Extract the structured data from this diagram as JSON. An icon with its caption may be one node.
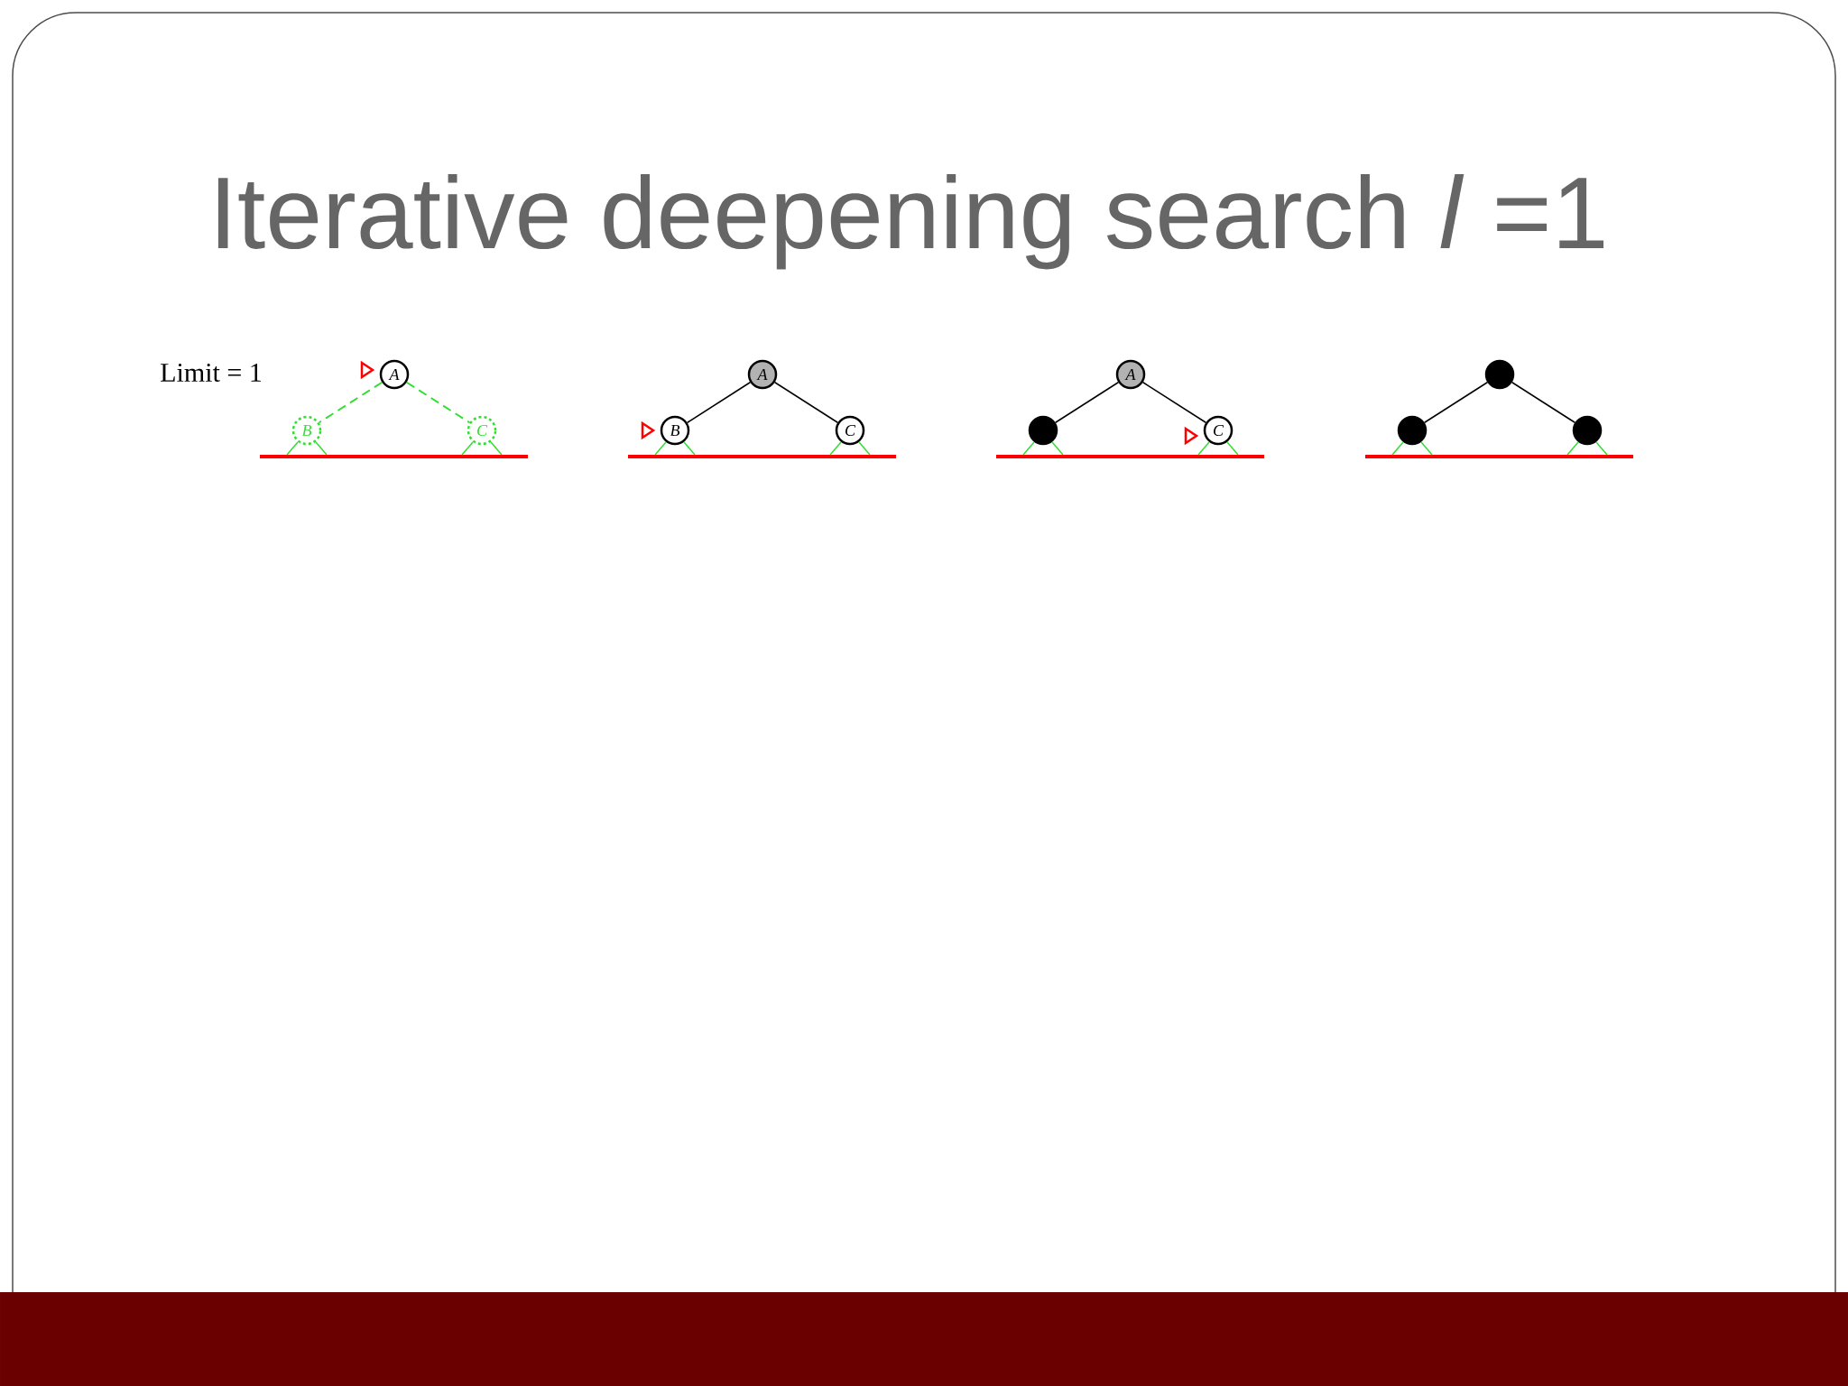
{
  "diagram": {
    "title": "Iterative deepening search *l* =1",
    "nodes": [
      {
        "text": [
          "A"
        ]
      },
      {
        "text": [
          "B"
        ]
      },
      {
        "text": [
          "C"
        ]
      },
      {
        "text": [
          "A"
        ]
      },
      {
        "text": [
          "B"
        ]
      },
      {
        "text": [
          "C"
        ]
      },
      {
        "text": [
          "A"
        ]
      },
      {
        "text": [],
        "shape": "circle"
      },
      {
        "text": [
          "C"
        ]
      },
      {
        "text": [],
        "shape": "circle"
      },
      {
        "text": [],
        "shape": "circle"
      },
      {
        "text": [],
        "shape": "circle"
      }
    ],
    "edges": [
      {
        "from": 0,
        "to": 1,
        "arrow": "none",
        "style": "dashed",
        "color": "#33dd33"
      },
      {
        "from": 0,
        "to": 2,
        "arrow": "none",
        "style": "dashed",
        "color": "#33dd33"
      },
      {
        "from": 3,
        "to": 4,
        "arrow": "none"
      },
      {
        "from": 3,
        "to": 5,
        "arrow": "none"
      },
      {
        "from": 6,
        "to": 7,
        "arrow": "none"
      },
      {
        "from": 6,
        "to": 8,
        "arrow": "none"
      },
      {
        "from": 9,
        "to": 10,
        "arrow": "none"
      },
      {
        "from": 9,
        "to": 11,
        "arrow": "none"
      }
    ],
    "labels": [
      "Limit = 1"
    ]
  }
}
